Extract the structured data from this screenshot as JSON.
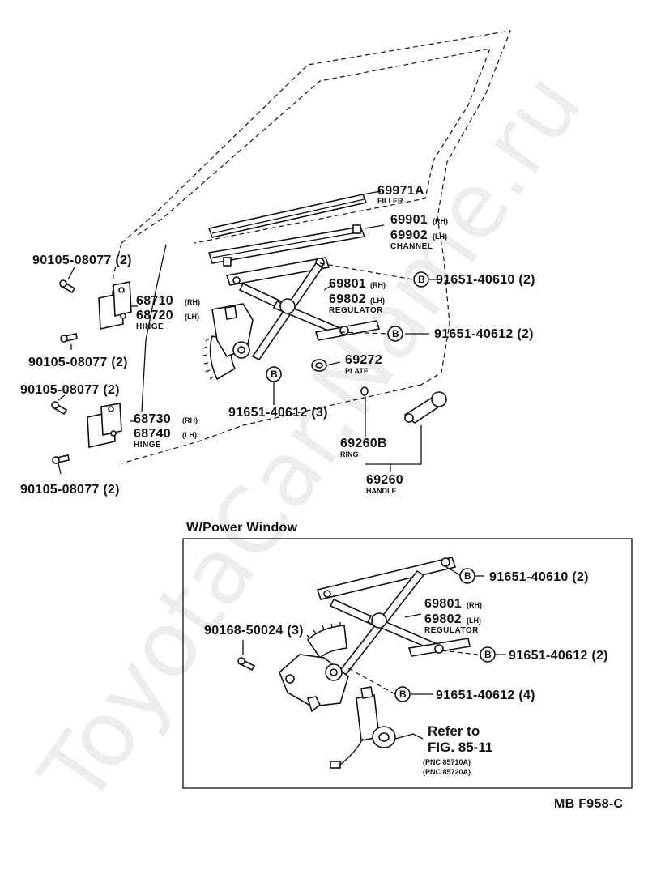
{
  "watermark": "ToyotaCar.Name.ru",
  "section": {
    "title": "W/Power Window"
  },
  "footer": {
    "code": "MB  F958-C"
  },
  "callout": {
    "letter": "B"
  },
  "parts": {
    "filler": {
      "number": "69971A",
      "name": "FILLER"
    },
    "channel": {
      "number_rh": "69901",
      "side_rh": "(RH)",
      "number_lh": "69902",
      "side_lh": "(LH)",
      "name": "CHANNEL"
    },
    "regulator": {
      "number_rh": "69801",
      "side_rh": "(RH)",
      "number_lh": "69802",
      "side_lh": "(LH)",
      "name": "REGULATOR"
    },
    "plate": {
      "number": "69272",
      "name": "PLATE"
    },
    "ring": {
      "number": "69260B",
      "name": "RING"
    },
    "handle": {
      "number": "69260",
      "name": "HANDLE"
    },
    "hinge_upper": {
      "number_rh": "68710",
      "side_rh": "(RH)",
      "number_lh": "68720",
      "side_lh": "(LH)",
      "name": "HINGE"
    },
    "hinge_lower": {
      "number_rh": "68730",
      "side_rh": "(RH)",
      "number_lh": "68740",
      "side_lh": "(LH)",
      "name": "HINGE"
    }
  },
  "bolts": {
    "b1": "90105-08077 (2)",
    "b2": "90105-08077 (2)",
    "b3": "90105-08077 (2)",
    "b4": "90105-08077 (2)",
    "s1": "91651-40610 (2)",
    "s2": "91651-40612 (2)",
    "s3": "91651-40612 (3)"
  },
  "power": {
    "regulator": {
      "number_rh": "69801",
      "side_rh": "(RH)",
      "number_lh": "69802",
      "side_lh": "(LH)",
      "name": "REGULATOR"
    },
    "p1": "91651-40610 (2)",
    "p2": "91651-40612 (2)",
    "p3": "91651-40612 (4)",
    "screw": "90168-50024 (3)",
    "refer": {
      "line1": "Refer to",
      "line2": "FIG. 85-11",
      "line3": "(PNC 85710A)",
      "line4": "(PNC 85720A)"
    }
  }
}
